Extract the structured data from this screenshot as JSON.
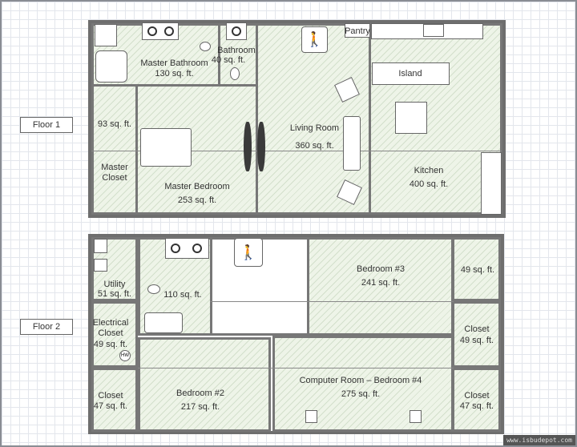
{
  "floors": [
    {
      "label": "Floor 1",
      "rooms": {
        "master_bathroom": {
          "name": "Master Bathroom",
          "area": "130 sq. ft."
        },
        "bathroom": {
          "name": "Bathroom",
          "area": "40 sq. ft."
        },
        "pantry": {
          "name": "Pantry"
        },
        "island": {
          "name": "Island"
        },
        "master_closet": {
          "name": "Master\nCloset",
          "area": "93 sq. ft."
        },
        "master_bedroom": {
          "name": "Master Bedroom",
          "area": "253 sq. ft."
        },
        "living_room": {
          "name": "Living Room",
          "area": "360 sq. ft."
        },
        "kitchen": {
          "name": "Kitchen",
          "area": "400 sq. ft."
        }
      }
    },
    {
      "label": "Floor 2",
      "rooms": {
        "utility": {
          "name": "Utility",
          "area": "51 sq. ft."
        },
        "bathroom2": {
          "area": "110 sq. ft."
        },
        "bedroom3": {
          "name": "Bedroom #3",
          "area": "241 sq. ft."
        },
        "bedroom3_closet": {
          "area": "49 sq. ft."
        },
        "electrical_closet": {
          "name": "Electrical\nCloset",
          "area": "49 sq. ft.",
          "badge": "HW"
        },
        "closet_right_mid": {
          "name": "Closet",
          "area": "49 sq. ft."
        },
        "closet_left_bottom": {
          "name": "Closet",
          "area": "47 sq. ft."
        },
        "bedroom2": {
          "name": "Bedroom #2",
          "area": "217 sq. ft."
        },
        "computer_room": {
          "name": "Computer Room – Bedroom #4",
          "area": "275 sq. ft."
        },
        "closet_right_bottom": {
          "name": "Closet",
          "area": "47 sq. ft."
        }
      }
    }
  ],
  "icons": {
    "stairs": "stairs-icon"
  },
  "watermark": "www.isbudepot.com",
  "colors": {
    "room_fill": "#eef4e8",
    "wall": "#6e6e6e",
    "grid": "#e3e6ec"
  }
}
